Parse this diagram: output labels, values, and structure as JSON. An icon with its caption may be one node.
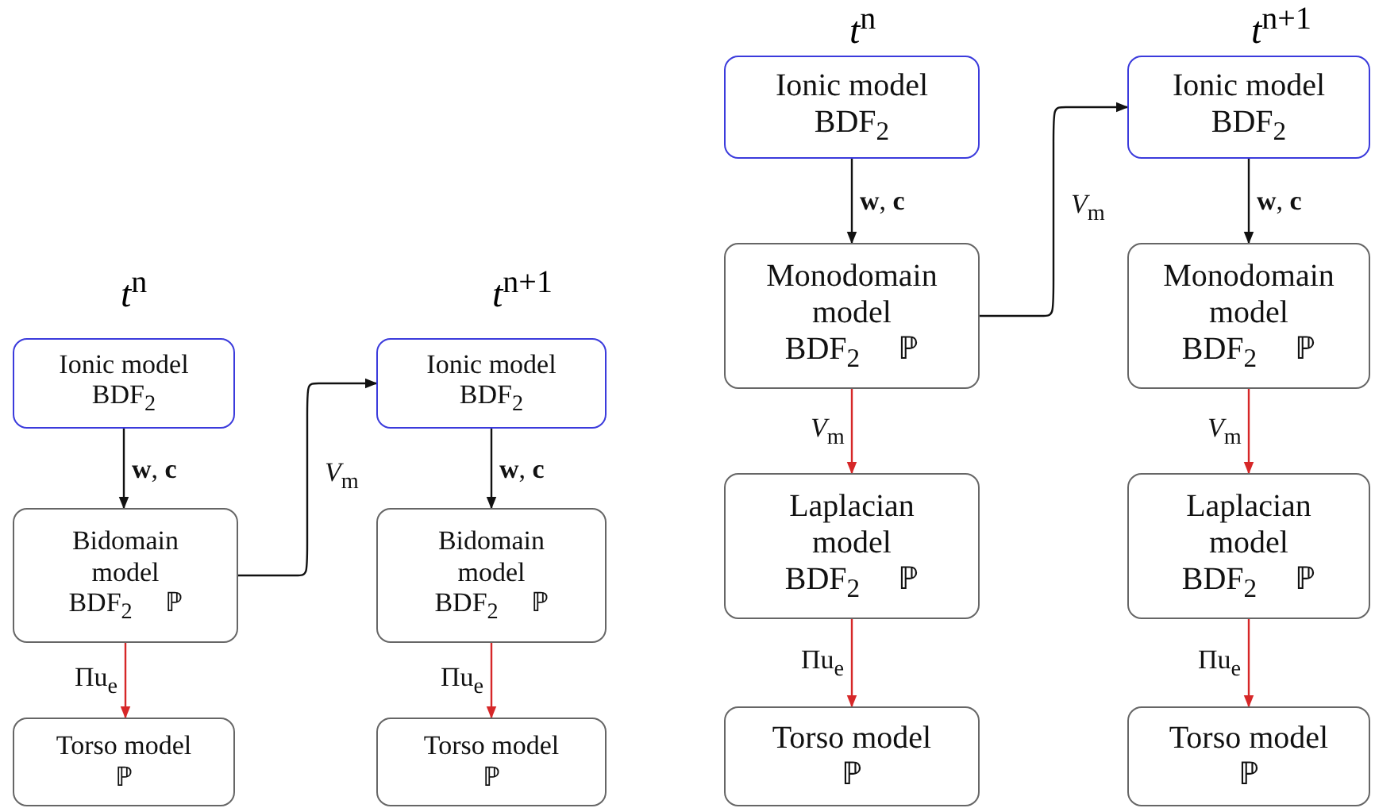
{
  "diagram": {
    "nodes": [
      {
        "text": [
          "Ionic model",
          "BDF$_{2}$"
        ]
      },
      {
        "text": [
          "Bidomain model",
          "BDF$_{2}$",
          "ℙ"
        ]
      },
      {
        "text": [
          "Torso model",
          "ℙ"
        ]
      },
      {
        "text": [
          "Ionic model",
          "BDF$_{2}$"
        ]
      },
      {
        "text": [
          "Bidomain model",
          "BDF$_{2}$",
          "ℙ"
        ]
      },
      {
        "text": [
          "Torso model",
          "ℙ"
        ]
      },
      {
        "text": [
          "Ionic model",
          "BDF$_{2}$"
        ]
      },
      {
        "text": [
          "Monodomain model",
          "BDF$_{2}$",
          "ℙ"
        ]
      },
      {
        "text": [
          "Laplacian model",
          "BDF$_{2}$",
          "ℙ"
        ]
      },
      {
        "text": [
          "Torso model",
          "ℙ"
        ]
      },
      {
        "text": [
          "Ionic model",
          "BDF$_{2}$"
        ]
      },
      {
        "text": [
          "Monodomain model",
          "BDF$_{2}$",
          "ℙ"
        ]
      },
      {
        "text": [
          "Laplacian model",
          "BDF$_{2}$",
          "ℙ"
        ]
      },
      {
        "text": [
          "Torso model",
          "ℙ"
        ]
      }
    ],
    "edges": [
      {
        "from": 0,
        "to": 1,
        "arrow": "to",
        "label": "**w**, **c**"
      },
      {
        "from": 1,
        "to": 2,
        "arrow": "to",
        "label": "Πu$_{e}$",
        "color": "#d62728"
      },
      {
        "from": 1,
        "to": 3,
        "arrow": "to",
        "label": "*V*$_{m}$"
      },
      {
        "from": 3,
        "to": 4,
        "arrow": "to",
        "label": "**w**, **c**"
      },
      {
        "from": 4,
        "to": 5,
        "arrow": "to",
        "label": "Πu$_{e}$",
        "color": "#d62728"
      },
      {
        "from": 6,
        "to": 7,
        "arrow": "to",
        "label": "**w**, **c**"
      },
      {
        "from": 7,
        "to": 8,
        "arrow": "to",
        "label": "*V*$_{m}$",
        "color": "#d62728"
      },
      {
        "from": 8,
        "to": 9,
        "arrow": "to",
        "label": "Πu$_{e}$",
        "color": "#d62728"
      },
      {
        "from": 7,
        "to": 10,
        "arrow": "to",
        "label": "*V*$_{m}$"
      },
      {
        "from": 10,
        "to": 11,
        "arrow": "to",
        "label": "**w**, **c**"
      },
      {
        "from": 11,
        "to": 12,
        "arrow": "to",
        "label": "*V*$_{m}$",
        "color": "#d62728"
      },
      {
        "from": 12,
        "to": 13,
        "arrow": "to",
        "label": "Πu$_{e}$",
        "color": "#d62728"
      }
    ],
    "labels": [
      "*t*$^{n}$",
      "*t*$^{n+1}$",
      "*t*$^{n}$",
      "*t*$^{n+1}$"
    ]
  }
}
